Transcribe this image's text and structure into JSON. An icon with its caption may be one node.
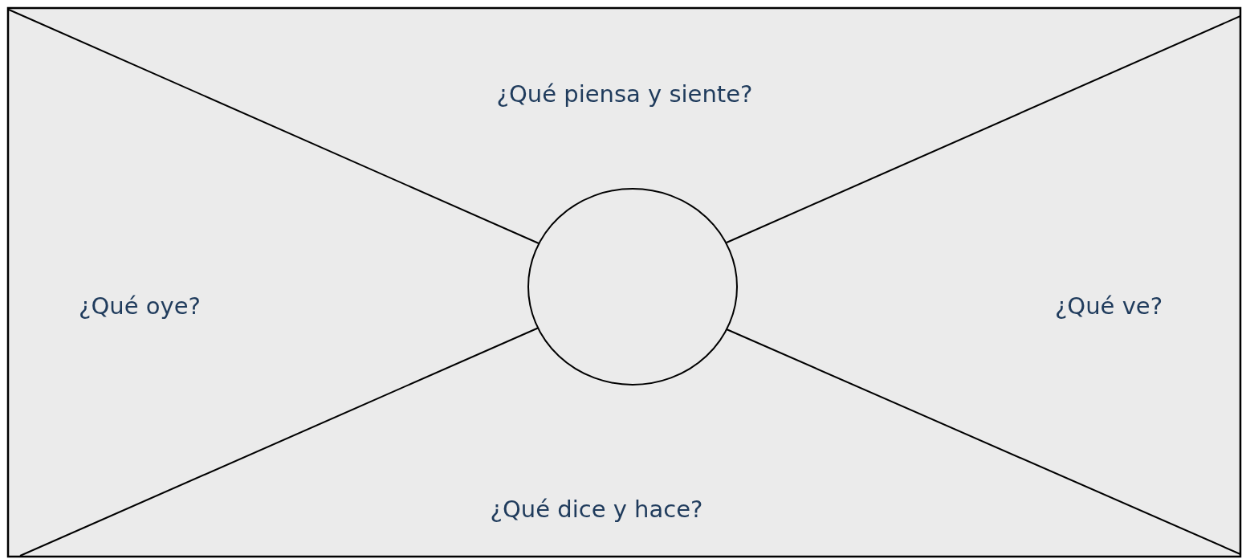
{
  "diagram": {
    "nodes": [
      {
        "text": [],
        "shape": "circle"
      }
    ],
    "labels": [
      "¿Qué piensa y siente?",
      "¿Qué oye?",
      "¿Qué ve?",
      "¿Qué dice y hace?"
    ]
  }
}
